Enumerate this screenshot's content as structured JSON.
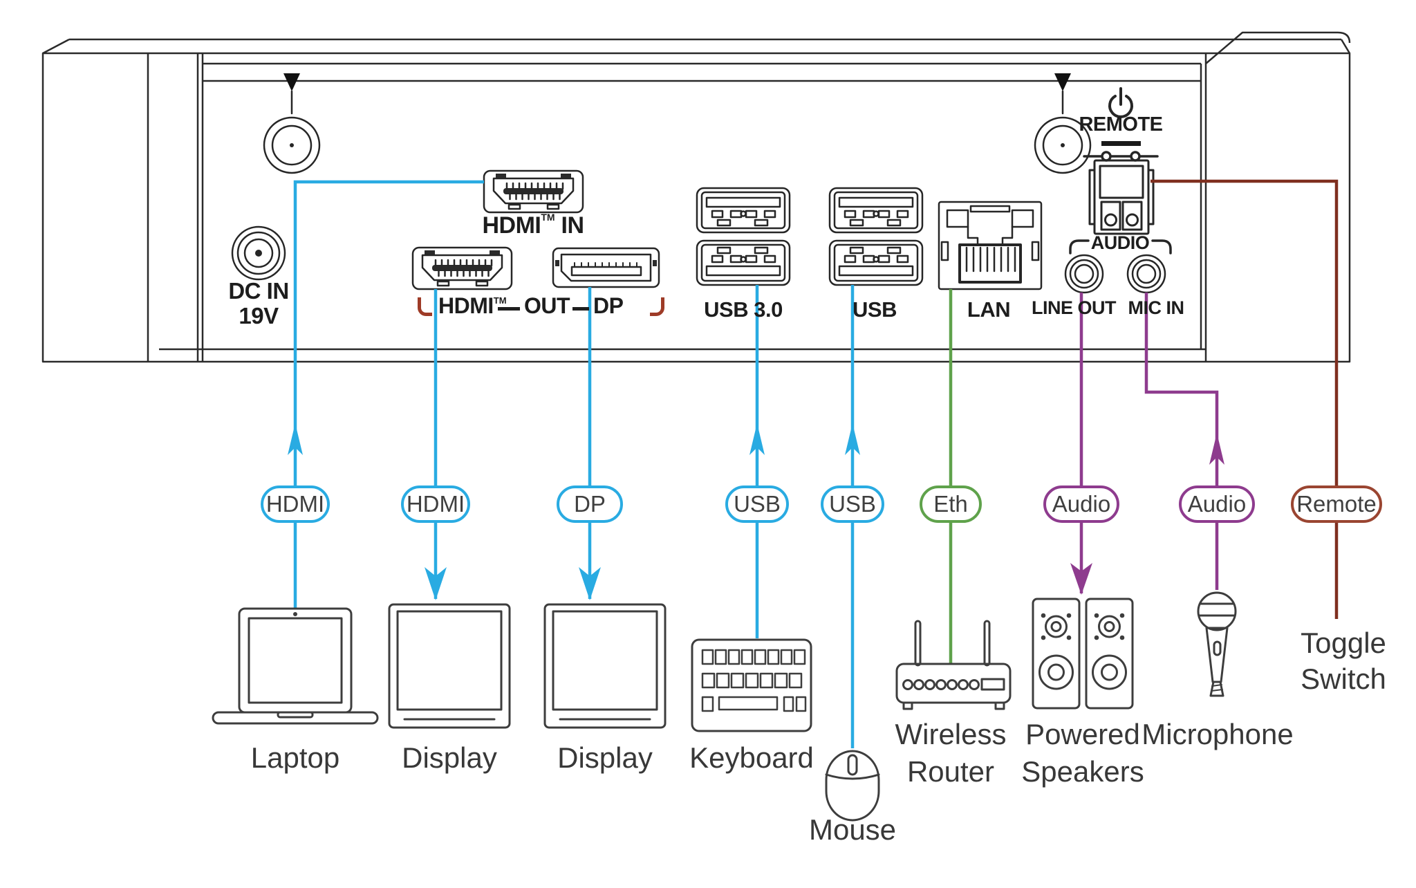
{
  "colors": {
    "cable_cyan": "#29ABE2",
    "cable_green": "#5FA24B",
    "cable_purple": "#8E3B8E",
    "cable_maroon": "#7F2F1F",
    "bracket_red": "#9E3B27",
    "pill_remote": "#9A4531"
  },
  "panel": {
    "dc_label_line1": "DC IN",
    "dc_label_line2": "19V",
    "hdmi_in": {
      "name": "HDMI",
      "tm": "TM",
      "dir": "IN"
    },
    "out_group": {
      "hdmi": "HDMI",
      "tm": "TM",
      "out": "OUT",
      "dp": "DP"
    },
    "usb3_label": "USB 3.0",
    "usb_label": "USB",
    "lan_label": "LAN",
    "remote_label": "REMOTE",
    "audio_label": "AUDIO",
    "line_out_label": "LINE OUT",
    "mic_in_label": "MIC IN"
  },
  "connectors": [
    {
      "label": "HDMI",
      "color": "#29ABE2"
    },
    {
      "label": "HDMI",
      "color": "#29ABE2"
    },
    {
      "label": "DP",
      "color": "#29ABE2"
    },
    {
      "label": "USB",
      "color": "#29ABE2"
    },
    {
      "label": "USB",
      "color": "#29ABE2"
    },
    {
      "label": "Eth",
      "color": "#5FA24B"
    },
    {
      "label": "Audio",
      "color": "#8E3B8E"
    },
    {
      "label": "Audio",
      "color": "#8E3B8E"
    },
    {
      "label": "Remote",
      "color": "#9A4531"
    }
  ],
  "devices": {
    "laptop": "Laptop",
    "display_hdmi": "Display",
    "display_dp": "Display",
    "keyboard": "Keyboard",
    "mouse": "Mouse",
    "router_line1": "Wireless",
    "router_line2": "Router",
    "speakers_line1": "Powered",
    "speakers_line2": "Speakers",
    "microphone": "Microphone",
    "toggle_line1": "Toggle",
    "toggle_line2": "Switch"
  }
}
